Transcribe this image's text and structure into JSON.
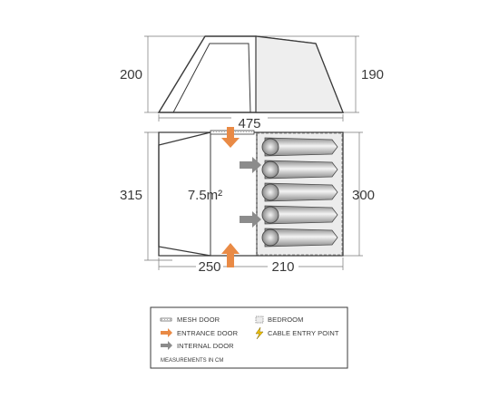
{
  "side_view": {
    "height_left": "200",
    "height_right": "190",
    "length": "475"
  },
  "floor_plan": {
    "depth_left": "315",
    "depth_right": "300",
    "area": "7.5m²",
    "living_length": "250",
    "bedroom_length": "210"
  },
  "legend": {
    "mesh_door": "MESH DOOR",
    "entrance_door": "ENTRANCE DOOR",
    "internal_door": "INTERNAL DOOR",
    "bedroom": "BEDROOM",
    "cable_entry": "CABLE ENTRY POINT",
    "note": "MEASUREMENTS IN CM"
  },
  "colors": {
    "outline": "#3a3a3a",
    "bedroom_fill": "#ececec",
    "entrance_arrow": "#e98a45",
    "internal_arrow": "#8c8c8c",
    "cable_icon": "#f2c200",
    "sleeping_bag": "#b5b5b5"
  },
  "icons": {
    "mesh_door": "mesh-door-icon",
    "entrance_door": "entrance-arrow-icon",
    "internal_door": "internal-arrow-icon",
    "bedroom": "bedroom-icon",
    "cable_entry": "lightning-icon"
  }
}
